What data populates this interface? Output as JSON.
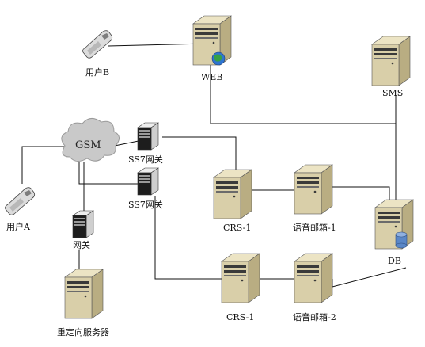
{
  "nodes": {
    "user_b": {
      "label": "用户B"
    },
    "web": {
      "label": "WEB"
    },
    "sms": {
      "label": "SMS"
    },
    "gsm": {
      "label": "GSM"
    },
    "ss7_1": {
      "label": "SS7网关"
    },
    "ss7_2": {
      "label": "SS7网关"
    },
    "user_a": {
      "label": "用户A"
    },
    "gateway": {
      "label": "网关"
    },
    "redirect": {
      "label": "重定向服务器"
    },
    "crs_1_top": {
      "label": "CRS-1"
    },
    "vmail_1": {
      "label": "语音邮箱-1"
    },
    "db": {
      "label": "DB"
    },
    "crs_1_bottom": {
      "label": "CRS-1"
    },
    "vmail_2": {
      "label": "语音邮箱-2"
    }
  },
  "colors": {
    "line": "#111111",
    "server_body": "#d9cfa9",
    "server_dark": "#3a3a3a",
    "cloud": "#c9c9c9",
    "globe": "#2f74d0",
    "db_cylinder": "#5a87c8"
  }
}
